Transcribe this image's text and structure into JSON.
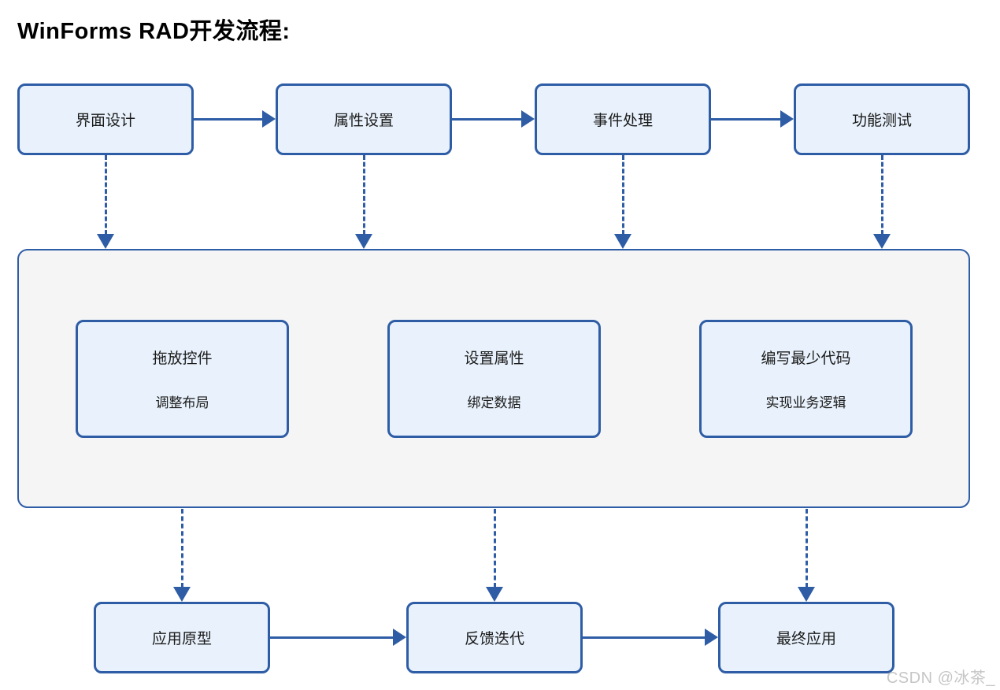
{
  "title": "WinForms RAD开发流程:",
  "colors": {
    "node_border": "#2e5da6",
    "node_fill": "#e9f2fc",
    "container_fill": "#f5f5f6",
    "arrow": "#2e5da6",
    "text": "#1a1a1a",
    "watermark": "#c6c6c6"
  },
  "flow": {
    "top_row": [
      {
        "label": "界面设计"
      },
      {
        "label": "属性设置"
      },
      {
        "label": "事件处理"
      },
      {
        "label": "功能测试"
      }
    ],
    "container_steps": [
      {
        "line1": "拖放控件",
        "line2": "调整布局"
      },
      {
        "line1": "设置属性",
        "line2": "绑定数据"
      },
      {
        "line1": "编写最少代码",
        "line2": "实现业务逻辑"
      }
    ],
    "bottom_row": [
      {
        "label": "应用原型"
      },
      {
        "label": "反馈迭代"
      },
      {
        "label": "最终应用"
      }
    ]
  },
  "watermark": "CSDN @冰茶_"
}
